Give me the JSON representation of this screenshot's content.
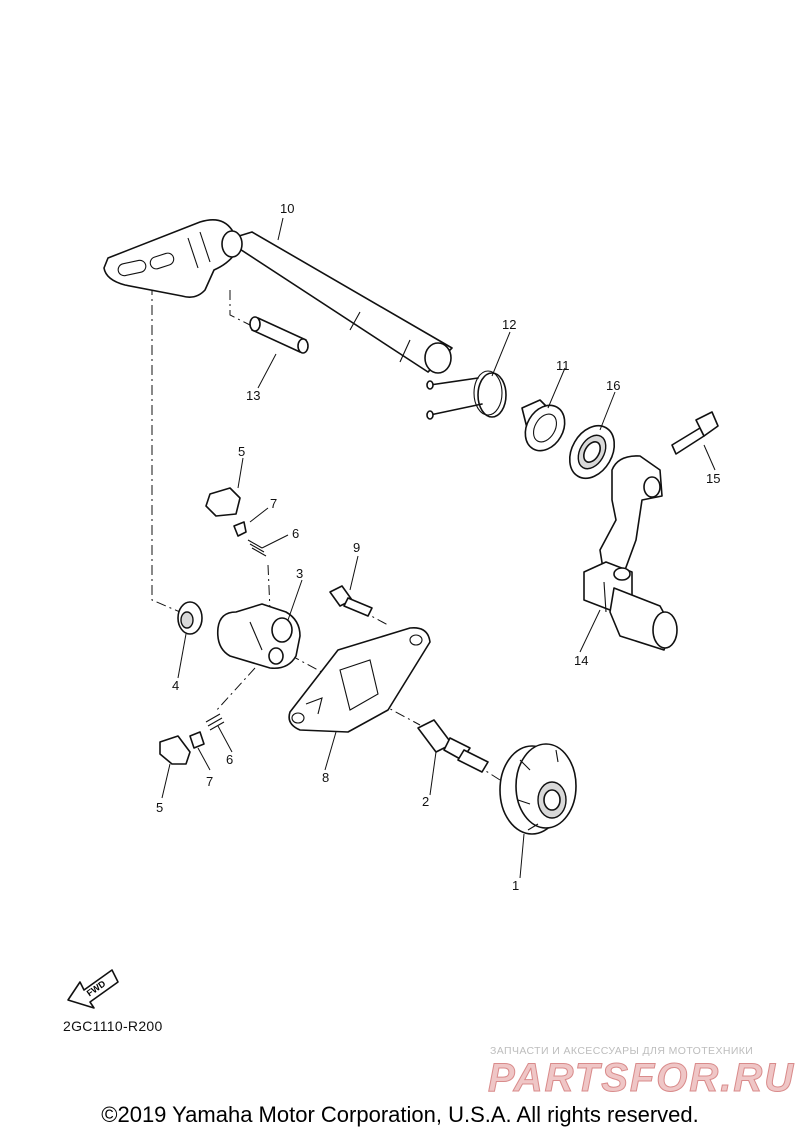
{
  "diagram": {
    "callouts": [
      "1",
      "2",
      "3",
      "4",
      "5",
      "5",
      "6",
      "6",
      "7",
      "7",
      "8",
      "9",
      "10",
      "11",
      "12",
      "13",
      "14",
      "15",
      "16"
    ],
    "fwd_label": "FWD",
    "reference_code": "2GC1110-R200"
  },
  "watermark": {
    "tagline": "ЗАПЧАСТИ И АКСЕССУАРЫ ДЛЯ МОТОТЕХНИКИ",
    "brand": "PARTSFOR.RU"
  },
  "footer": {
    "copyright": "©2019 Yamaha Motor Corporation, U.S.A. All rights reserved."
  }
}
